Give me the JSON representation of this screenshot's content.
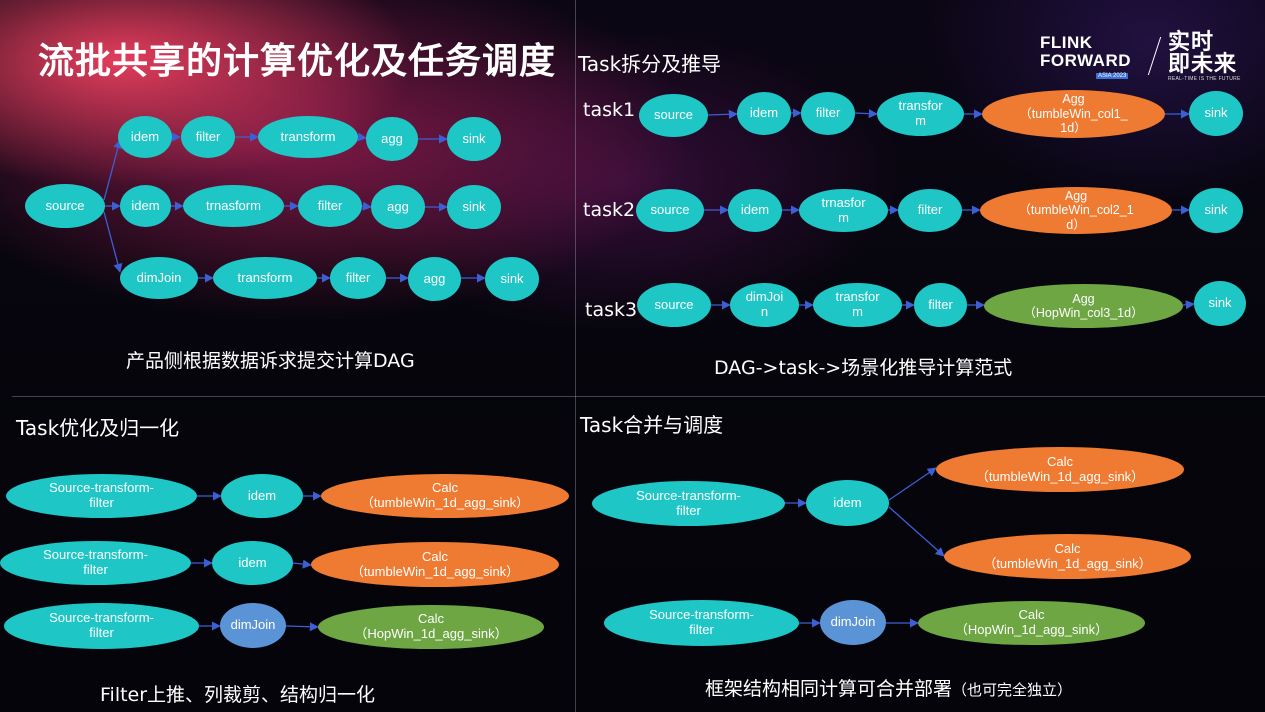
{
  "slide": {
    "title": "流批共享的计算优化及任务调度"
  },
  "logo": {
    "line1": "FLINK",
    "line2": "FORWARD",
    "badge": "ASIA 2023",
    "chinese": "实时\n即未来",
    "tagline": "REAL-TIME IS THE FUTURE"
  },
  "q1": {
    "caption": "产品侧根据数据诉求提交计算DAG",
    "nodes": {
      "source": "source",
      "r1_idem": "idem",
      "r1_filter": "filter",
      "r1_transform": "transform",
      "r1_agg": "agg",
      "r1_sink": "sink",
      "r2_idem": "idem",
      "r2_trnasform": "trnasform",
      "r2_filter": "filter",
      "r2_agg": "agg",
      "r2_sink": "sink",
      "r3_dimjoin": "dimJoin",
      "r3_transform": "transform",
      "r3_filter": "filter",
      "r3_agg": "agg",
      "r3_sink": "sink"
    }
  },
  "q2": {
    "title": "Task拆分及推导",
    "caption": "DAG->task->场景化推导计算范式",
    "tasks": [
      {
        "label": "task1",
        "nodes": [
          "source",
          "idem",
          "filter",
          "transfor\nm",
          "Agg\n（tumbleWin_col1_\n1d）",
          "sink"
        ]
      },
      {
        "label": "task2",
        "nodes": [
          "source",
          "idem",
          "trnasfor\nm",
          "filter",
          "Agg\n（tumbleWin_col2_1\nd）",
          "sink"
        ]
      },
      {
        "label": "task3",
        "nodes": [
          "source",
          "dimJoi\nn",
          "transfor\nm",
          "filter",
          "Agg\n（HopWin_col3_1d）",
          "sink"
        ]
      }
    ]
  },
  "q3": {
    "title": "Task优化及归一化",
    "caption": "Filter上推、列裁剪、结构归一化",
    "rows": [
      {
        "src": "Source-transform-\nfilter",
        "mid": "idem",
        "calc": "Calc\n（tumbleWin_1d_agg_sink）"
      },
      {
        "src": "Source-transform-\nfilter",
        "mid": "idem",
        "calc": "Calc\n（tumbleWin_1d_agg_sink）"
      },
      {
        "src": "Source-transform-\nfilter",
        "mid": "dimJoin",
        "calc": "Calc\n（HopWin_1d_agg_sink）"
      }
    ]
  },
  "q4": {
    "title": "Task合并与调度",
    "caption": "框架结构相同计算可合并部署",
    "caption_note": "（也可完全独立）",
    "src1": "Source-transform-\nfilter",
    "idem": "idem",
    "calc1": "Calc\n（tumbleWin_1d_agg_sink）",
    "calc2": "Calc\n（tumbleWin_1d_agg_sink）",
    "src2": "Source-transform-\nfilter",
    "dimjoin": "dimJoin",
    "calc3": "Calc\n（HopWin_1d_agg_sink）"
  },
  "colors": {
    "node_cyan": "#1fc6c6",
    "node_orange": "#ef7a31",
    "node_green": "#6da642",
    "node_blue": "#5b94d6",
    "edge": "#3d5fd6"
  }
}
